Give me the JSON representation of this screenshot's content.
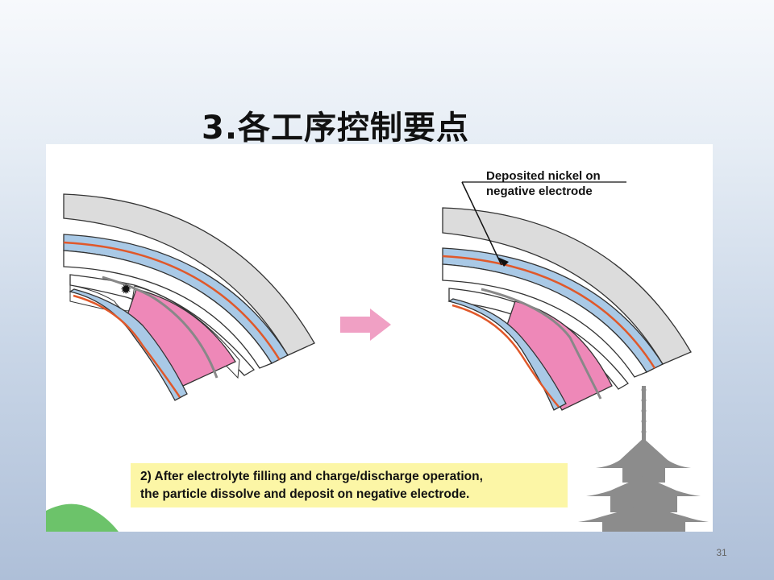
{
  "slide": {
    "title": "3.各工序控制要点",
    "page_number": "31"
  },
  "figure": {
    "callout_line1": "Deposited nickel on",
    "callout_line2": "negative electrode",
    "caption_line1": "2)  After electrolyte filling and charge/discharge operation,",
    "caption_line2": "the particle dissolve and deposit on negative electrode."
  },
  "colors": {
    "electrode_blue": "#a9c9e6",
    "separator_red": "#e0582a",
    "particle_pink": "#ee88b8",
    "case_gray": "#dcdcdc",
    "arrow_pink": "#f0a0c4",
    "caption_yellow": "#fcf6a6"
  },
  "icons": {
    "arrow": "right-arrow-icon",
    "particle": "gear-particle-icon",
    "pagoda": "pagoda-silhouette",
    "hill": "green-hill"
  }
}
